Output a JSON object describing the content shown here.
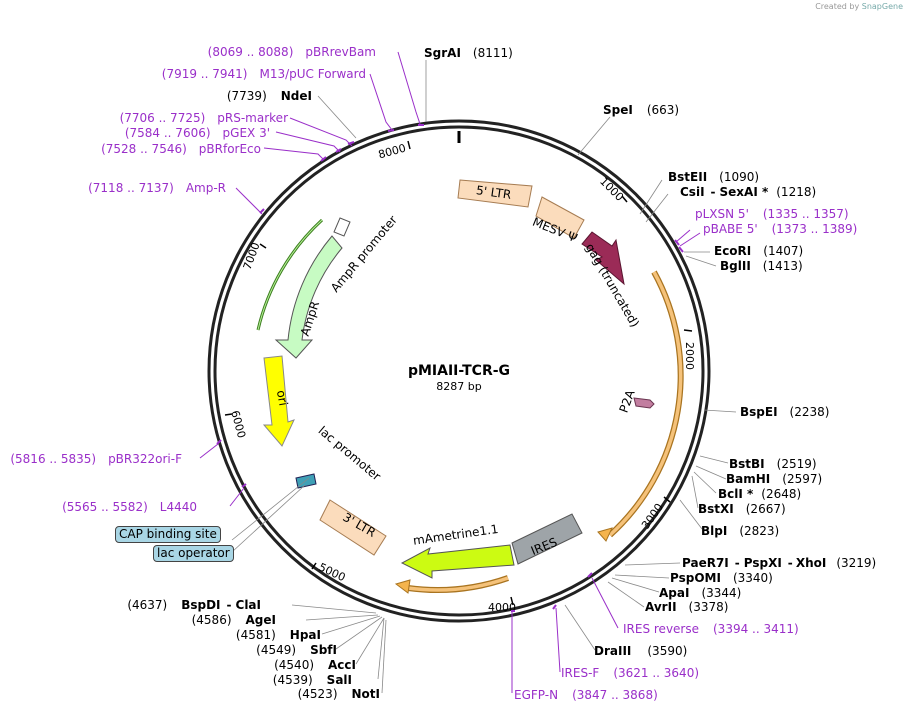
{
  "credit": {
    "created_by": "Created by",
    "brand": "SnapGene"
  },
  "plasmid": {
    "name": "pMIAII-TCR-G",
    "size": "8287 bp"
  },
  "tick_labels": [
    "1000",
    "2000",
    "3000",
    "4000",
    "5000",
    "6000",
    "7000",
    "8000"
  ],
  "sites": [
    {
      "name": "SgrAI",
      "pos": "(8111)"
    },
    {
      "name": "SpeI",
      "pos": "(663)"
    },
    {
      "name": "BstEII",
      "pos": "(1090)"
    },
    {
      "name": "CsiI",
      "sep": "-",
      "name2": "SexAI *",
      "pos": "(1218)"
    },
    {
      "name": "EcoRI",
      "pos": "(1407)"
    },
    {
      "name": "BglII",
      "pos": "(1413)"
    },
    {
      "name": "BspEI",
      "pos": "(2238)"
    },
    {
      "name": "BstBI",
      "pos": "(2519)"
    },
    {
      "name": "BamHI",
      "pos": "(2597)"
    },
    {
      "name": "BclI *",
      "pos": "(2648)"
    },
    {
      "name": "BstXI",
      "pos": "(2667)"
    },
    {
      "name": "BlpI",
      "pos": "(2823)"
    },
    {
      "name": "PaeR7I",
      "sep": "-",
      "name2": "PspXI",
      "sep2": "-",
      "name3": "XhoI",
      "pos": "(3219)"
    },
    {
      "name": "PspOMI",
      "pos": "(3340)"
    },
    {
      "name": "ApaI",
      "pos": "(3344)"
    },
    {
      "name": "AvrII",
      "pos": "(3378)"
    },
    {
      "name": "DraIII",
      "pos": "(3590)"
    },
    {
      "name": "NotI",
      "pos": "(4523)"
    },
    {
      "name": "SalI",
      "pos": "(4539)"
    },
    {
      "name": "AccI",
      "pos": "(4540)"
    },
    {
      "name": "SbfI",
      "pos": "(4549)"
    },
    {
      "name": "HpaI",
      "pos": "(4581)"
    },
    {
      "name": "AgeI",
      "pos": "(4586)"
    },
    {
      "name": "BspDI",
      "sep": "-",
      "name2": "ClaI",
      "pos": "(4637)"
    },
    {
      "name": "NdeI",
      "pos": "(7739)"
    }
  ],
  "primers": [
    {
      "name": "pBRrevBam",
      "pos": "(8069 .. 8088)"
    },
    {
      "name": "M13/pUC Forward",
      "pos": "(7919 .. 7941)"
    },
    {
      "name": "pRS-marker",
      "pos": "(7706 .. 7725)"
    },
    {
      "name": "pGEX 3'",
      "pos": "(7584 .. 7606)"
    },
    {
      "name": "pBRforEco",
      "pos": "(7528 .. 7546)"
    },
    {
      "name": "Amp-R",
      "pos": "(7118 .. 7137)"
    },
    {
      "name": "pLXSN 5'",
      "pos": "(1335 .. 1357)"
    },
    {
      "name": "pBABE 5'",
      "pos": "(1373 .. 1389)"
    },
    {
      "name": "IRES reverse",
      "pos": "(3394 .. 3411)"
    },
    {
      "name": "IRES-F",
      "pos": "(3621 .. 3640)"
    },
    {
      "name": "EGFP-N",
      "pos": "(3847 .. 3868)"
    },
    {
      "name": "pBR322ori-F",
      "pos": "(5816 .. 5835)"
    },
    {
      "name": "L4440",
      "pos": "(5565 .. 5582)"
    }
  ],
  "features": {
    "ltr5": "5' LTR",
    "mesv": "MESV Ψ",
    "gag": "gag (truncated)",
    "p2a": "P2A",
    "ires": "IRES",
    "mametrine": "mAmetrine1.1",
    "ltr3": "3' LTR",
    "lac_promoter": "lac promoter",
    "ori": "ori",
    "ampr": "AmpR",
    "ampr_promoter": "AmpR promoter"
  },
  "boxed_labels": {
    "cap": "CAP binding site",
    "lac_operator": "lac operator"
  },
  "colors": {
    "primer": "#9a2fc9",
    "ltr": "#fbdcbc",
    "gag": "#9b2b57",
    "ires": "#9ea4a8",
    "mametrine": "#ccfb12",
    "ori": "#ffff00",
    "ampr": "#c7fbc3",
    "orf": "#f5b44d",
    "p2a": "#c27ea0",
    "lacop": "#3fa0b6"
  }
}
